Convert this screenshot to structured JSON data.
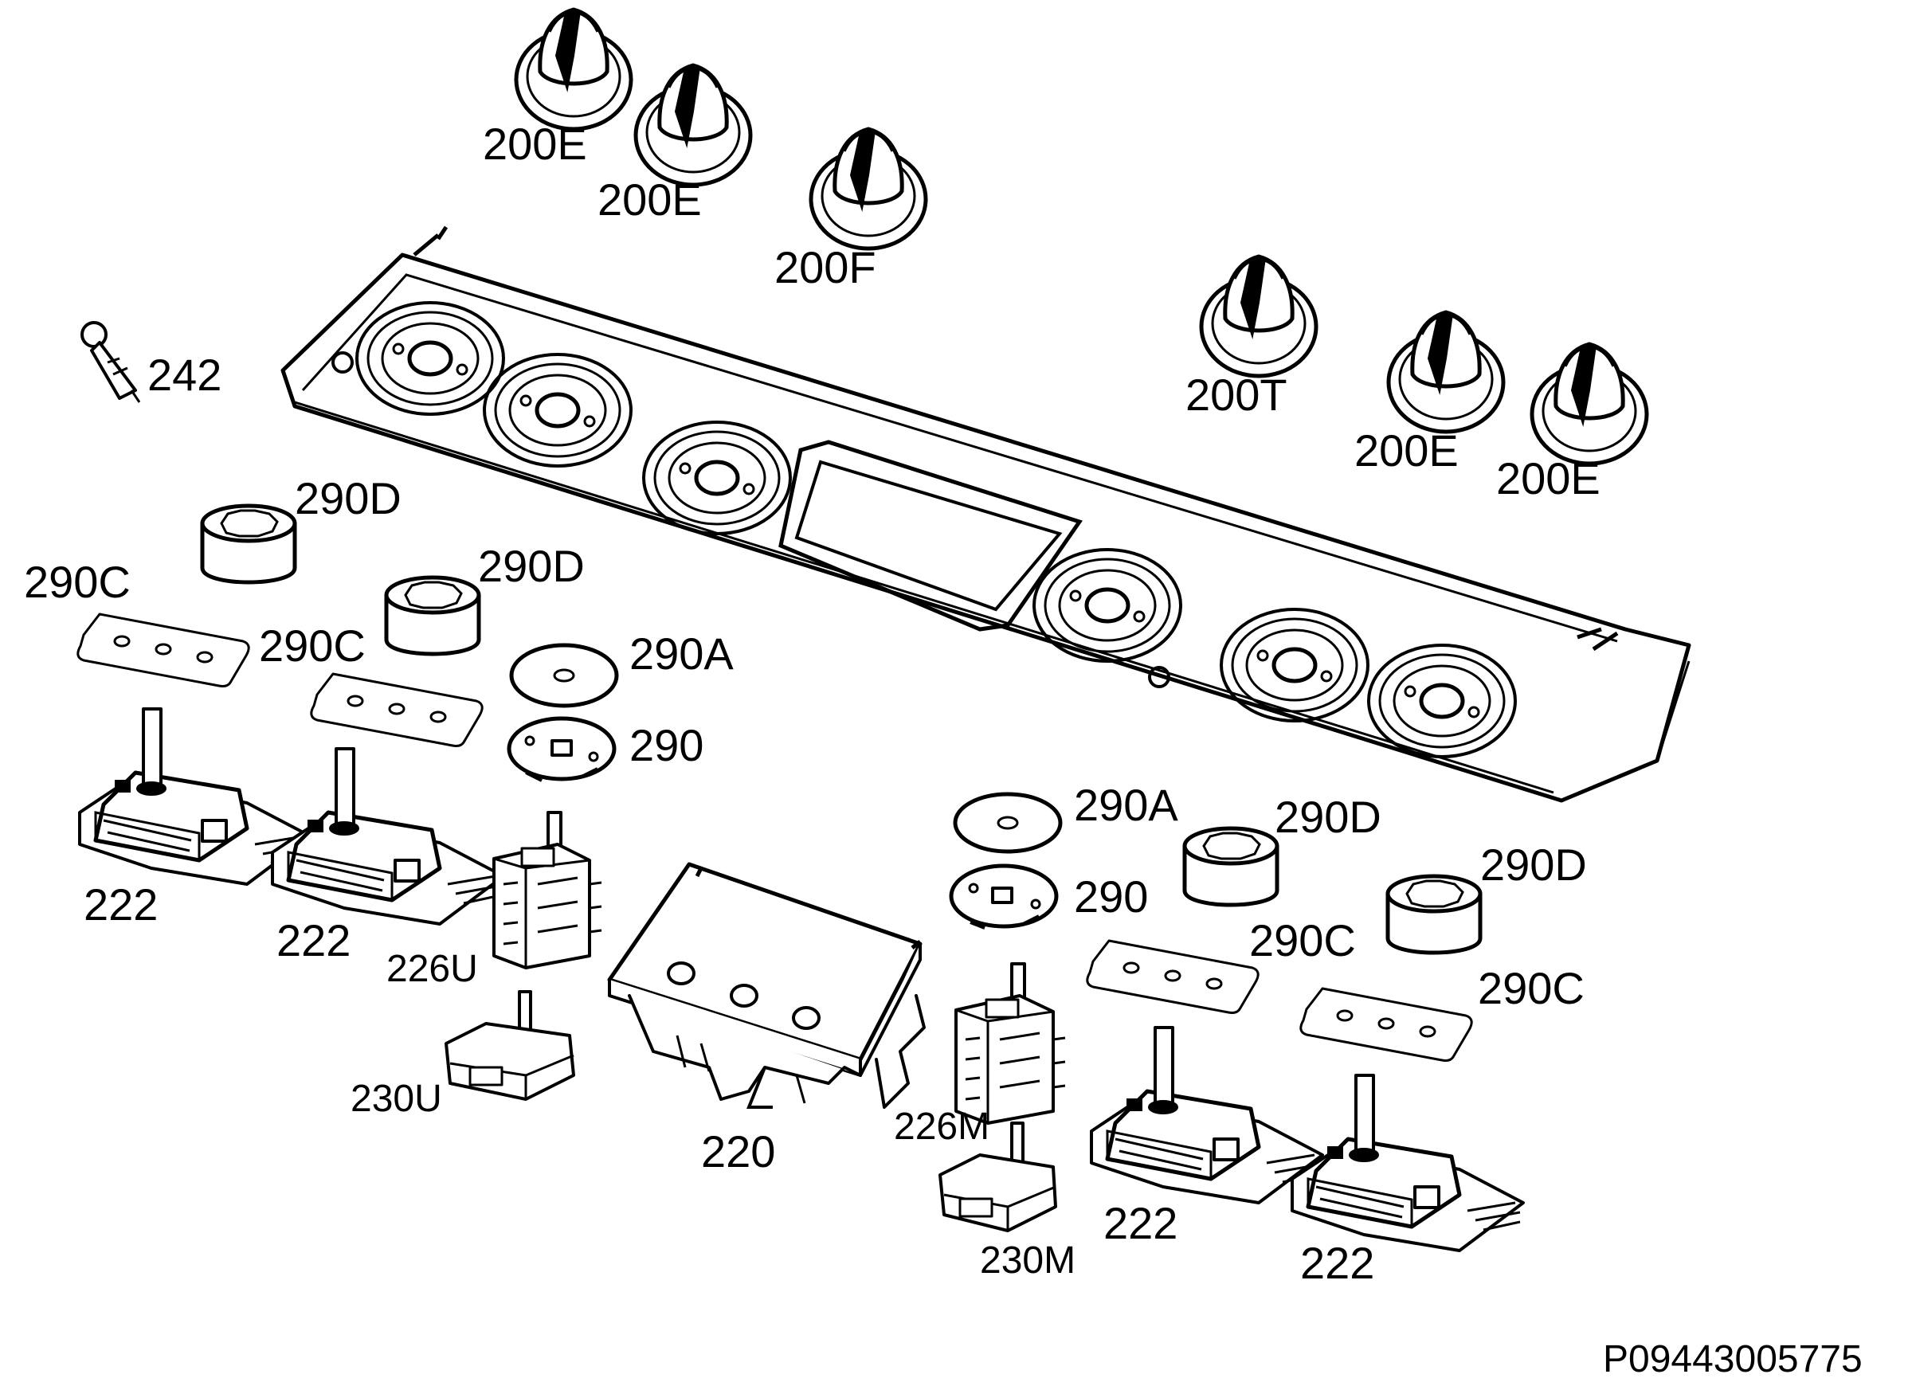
{
  "diagram": {
    "drawing_code": "P09443005775",
    "labels": {
      "knob_200E_1": "200E",
      "knob_200E_2": "200E",
      "knob_200F": "200F",
      "knob_200T": "200T",
      "knob_200E_3": "200E",
      "knob_200E_4": "200E",
      "lamp_242": "242",
      "ring_290D_1": "290D",
      "ring_290D_2": "290D",
      "ring_290D_3": "290D",
      "ring_290D_4": "290D",
      "plate_290C_1": "290C",
      "plate_290C_2": "290C",
      "plate_290C_3": "290C",
      "plate_290C_4": "290C",
      "disc_290A_1": "290A",
      "disc_290A_2": "290A",
      "disc_290_1": "290",
      "disc_290_2": "290",
      "switch_222_1": "222",
      "switch_222_2": "222",
      "switch_222_3": "222",
      "switch_222_4": "222",
      "selector_226U": "226U",
      "selector_226M": "226M",
      "switch_230U": "230U",
      "switch_230M": "230M",
      "module_220": "220"
    }
  }
}
